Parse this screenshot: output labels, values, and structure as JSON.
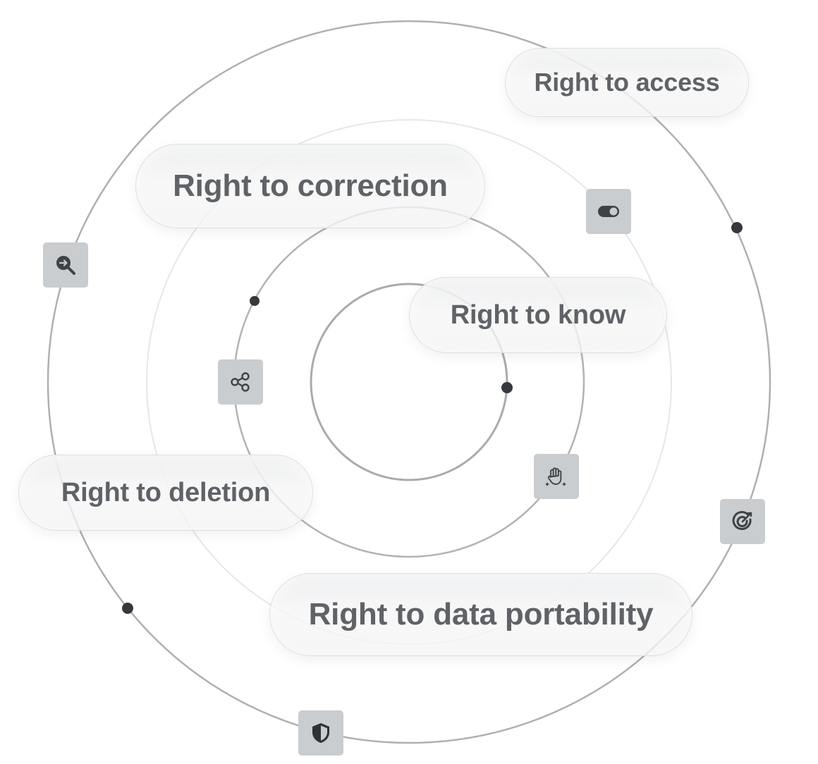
{
  "labels": {
    "access": "Right to access",
    "correction": "Right to correction",
    "know": "Right to know",
    "deletion": "Right to deletion",
    "portability": "Right to data portability"
  },
  "icons": [
    "magnifier-arrow-icon",
    "toggle-icon",
    "share-icon",
    "hand-sparkle-icon",
    "target-icon",
    "shield-icon"
  ],
  "colors": {
    "ring": "#a7a9ac",
    "dot": "#35383d",
    "tile": "#c9cdd0",
    "icon": "#3e4246",
    "text": "#5f6266"
  }
}
